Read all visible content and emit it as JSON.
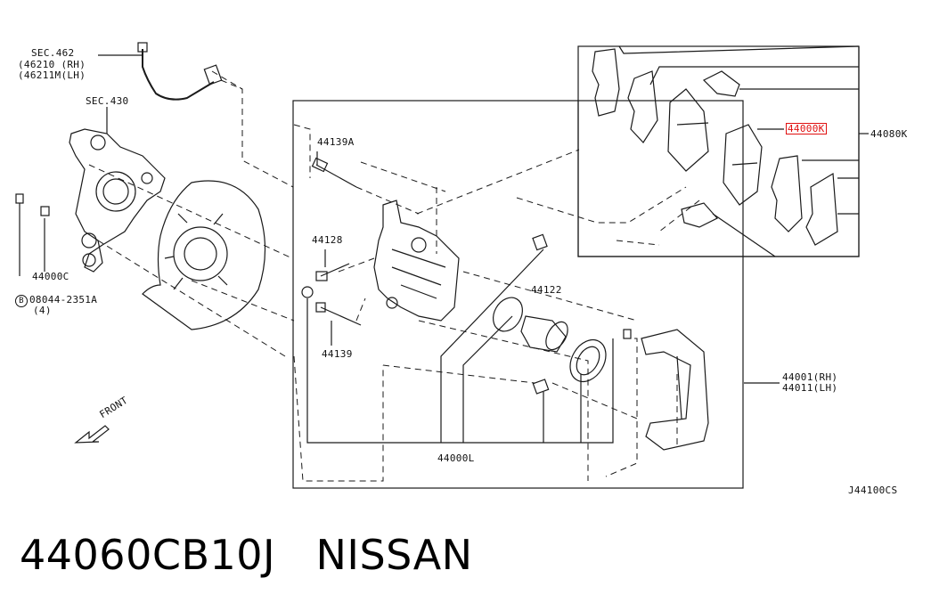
{
  "labels": {
    "sec462": "SEC.462",
    "p46210": "(46210 (RH)",
    "p46211": "(46211M(LH)",
    "sec430": "SEC.430",
    "p44139a": "44139A",
    "p44128": "44128",
    "p44139": "44139",
    "p44122": "44122",
    "p44000k": "44000K",
    "p44080k": "44080K",
    "p44000c": "44000C",
    "bolt_code": "08044-2351A",
    "bolt_qty": "(4)",
    "bolt_symbol": "B",
    "p44001": "44001(RH)",
    "p44011": "44011(LH)",
    "p44000l": "44000L",
    "front": "FRONT",
    "diagram_code": "J44100CS"
  },
  "caption": {
    "part_number": "44060CB10J",
    "brand": "NISSAN"
  },
  "colors": {
    "line": "#1a1a1a",
    "highlight": "#e01010"
  }
}
